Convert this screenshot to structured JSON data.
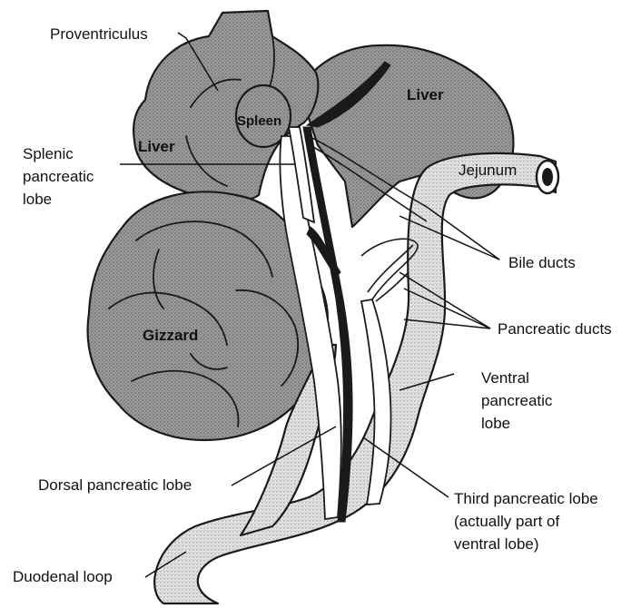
{
  "labels": {
    "proventriculus": "Proventriculus",
    "spleen": "Spleen",
    "liver_left": "Liver",
    "liver_right": "Liver",
    "splenic_lobe_1": "Splenic",
    "splenic_lobe_2": "pancreatic",
    "splenic_lobe_3": "lobe",
    "jejunum": "Jejunum",
    "bile_ducts": "Bile ducts",
    "gizzard": "Gizzard",
    "pancreatic_ducts": "Pancreatic ducts",
    "ventral_1": "Ventral",
    "ventral_2": "pancreatic",
    "ventral_3": "lobe",
    "dorsal": "Dorsal pancreatic lobe",
    "third_1": "Third pancreatic lobe",
    "third_2": "(actually part of",
    "third_3": "ventral lobe)",
    "duodenal": "Duodenal loop"
  },
  "colors": {
    "ink": "#1a1a1a",
    "stipple_dark": "#8a8a8a",
    "stipple_light": "#b9b9b9",
    "background": "#ffffff"
  }
}
